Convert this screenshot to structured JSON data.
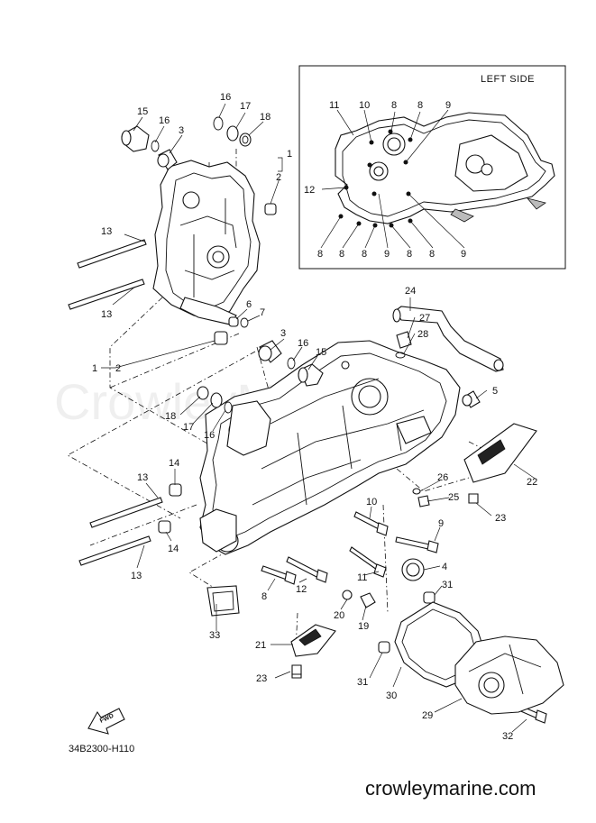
{
  "inset": {
    "title": "LEFT SIDE"
  },
  "diagram_code": "34B2300-H110",
  "watermark": "CrowleyMarine",
  "website": "crowleymarine.com",
  "fwd_label": "FWD",
  "callouts": {
    "c1a": "1",
    "c1b": "1",
    "c2a": "2",
    "c2b": "2",
    "c3a": "3",
    "c3b": "3",
    "c4": "4",
    "c5": "5",
    "c6": "6",
    "c7": "7",
    "c8a": "8",
    "c9a": "9",
    "c10": "10",
    "c11": "11",
    "c12": "12",
    "c13a": "13",
    "c13b": "13",
    "c13c": "13",
    "c13d": "13",
    "c14a": "14",
    "c14b": "14",
    "c15a": "15",
    "c15b": "15",
    "c16a": "16",
    "c16b": "16",
    "c16c": "16",
    "c16d": "16",
    "c17a": "17",
    "c17b": "17",
    "c18a": "18",
    "c18b": "18",
    "c19": "19",
    "c20": "20",
    "c21": "21",
    "c22": "22",
    "c23a": "23",
    "c23b": "23",
    "c24": "24",
    "c25": "25",
    "c26": "26",
    "c27": "27",
    "c28": "28",
    "c29": "29",
    "c30": "30",
    "c31a": "31",
    "c31b": "31",
    "c32": "32",
    "c33": "33",
    "i11": "11",
    "i10": "10",
    "i8t1": "8",
    "i8t2": "8",
    "i9t": "9",
    "i12": "12",
    "i8b1": "8",
    "i8b2": "8",
    "i8b3": "8",
    "i9b1": "9",
    "i8b4": "8",
    "i8b5": "8",
    "i9b2": "9"
  }
}
